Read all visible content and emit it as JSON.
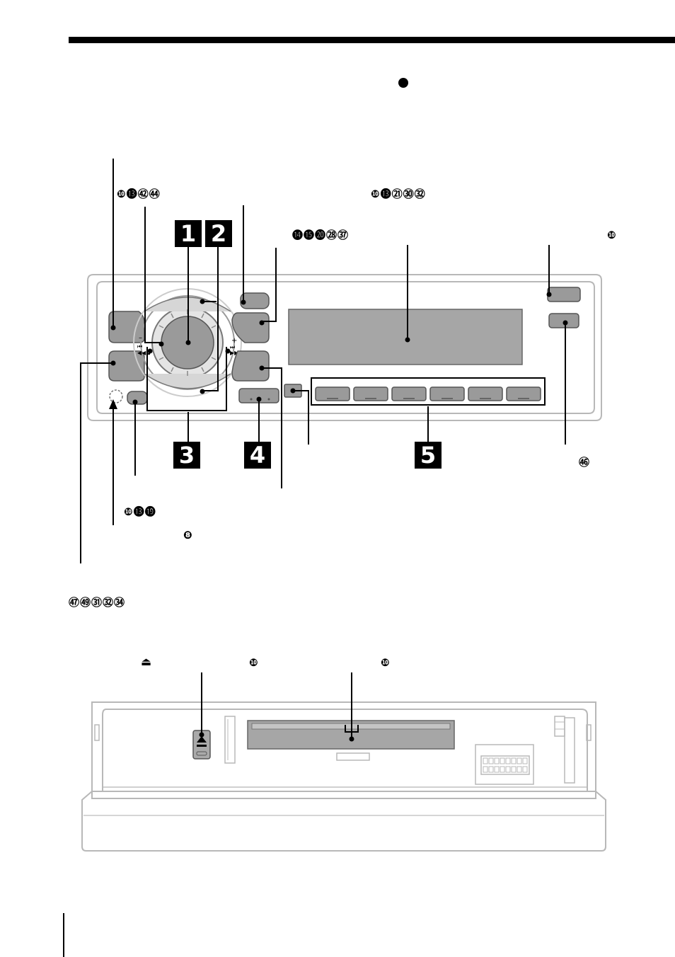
{
  "header": {
    "bullet_icon": "filled-circle-icon"
  },
  "diagram": {
    "callouts": [
      "1",
      "2",
      "3",
      "4",
      "5"
    ],
    "page_refs": {
      "top_left": "❿⓭㊷㊹",
      "center_top": "❿⓭㉑㉚㉜",
      "display_button": "⓮⓯⓴㉘㊲",
      "top_right": "❿",
      "right_low": "㊻",
      "bottom_left_a": "❿⓭⓳",
      "bottom_left_b": "❽",
      "far_bottom_left": "㊼㊾㉛㉜㉞",
      "eject_ref": "❿",
      "connector_ref": "❿"
    },
    "eject_symbol": "⏏",
    "eject_icon": "eject-icon",
    "colors": {
      "button_fill": "#9a9a9a",
      "panel_outline": "#b8b8b8",
      "line": "#000000"
    }
  }
}
